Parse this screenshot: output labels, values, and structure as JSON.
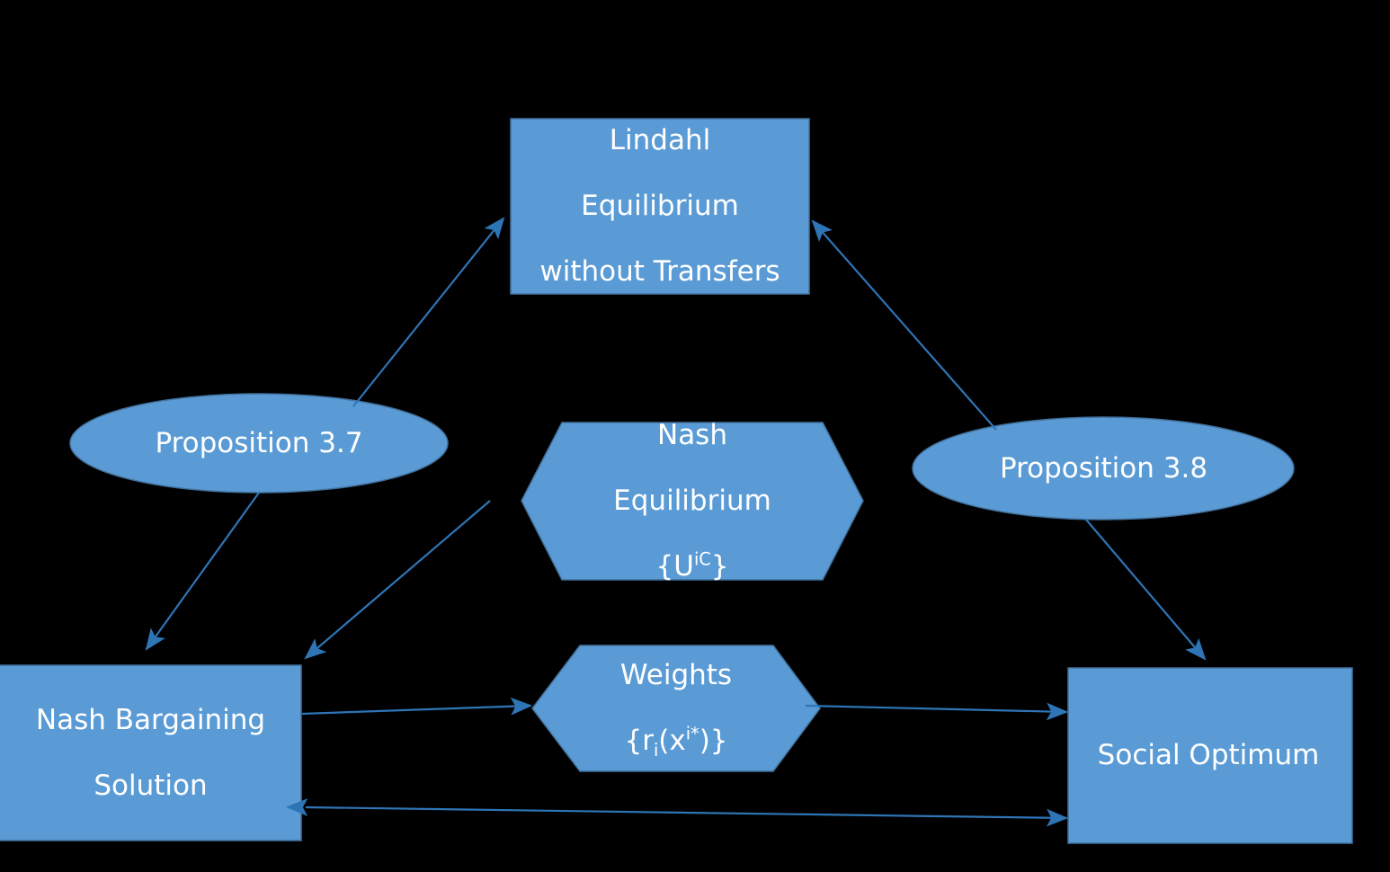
{
  "diagram": {
    "background_color": "#000000",
    "shape_fill": "#5B9BD5",
    "shape_stroke": "#41719C",
    "text_color": "#FFFFFF",
    "arrow_color": "#2E75B6",
    "nodes": {
      "lindahl": {
        "shape": "rectangle",
        "line1": "Lindahl",
        "line2": "Equilibrium",
        "line3": "without Transfers"
      },
      "proposition_37": {
        "shape": "ellipse",
        "label": "Proposition 3.7"
      },
      "proposition_38": {
        "shape": "ellipse",
        "label": "Proposition 3.8"
      },
      "nash_equilibrium": {
        "shape": "hexagon",
        "line1": "Nash",
        "line2": "Equilibrium",
        "line3_base": "{U",
        "line3_sup": "iC",
        "line3_tail": "}"
      },
      "weights": {
        "shape": "hexagon",
        "line1": "Weights",
        "line2_open": "{r",
        "line2_sub": "i",
        "line2_mid": "(x",
        "line2_sup": "i*",
        "line2_close": ")}"
      },
      "nash_bargaining_solution": {
        "shape": "rectangle",
        "line1": "Nash Bargaining",
        "line2": "Solution"
      },
      "social_optimum": {
        "shape": "rectangle",
        "label": "Social Optimum"
      }
    },
    "edges": [
      {
        "name": "prop37-to-lindahl",
        "from": "proposition_37",
        "to": "lindahl",
        "direction": "one-way"
      },
      {
        "name": "prop38-to-lindahl",
        "from": "proposition_38",
        "to": "lindahl",
        "direction": "one-way"
      },
      {
        "name": "prop37-to-nbs",
        "from": "proposition_37",
        "to": "nash_bargaining_solution",
        "direction": "one-way"
      },
      {
        "name": "nasheq-to-nbs",
        "from": "nash_equilibrium",
        "to": "nash_bargaining_solution",
        "direction": "one-way"
      },
      {
        "name": "prop38-to-socopt",
        "from": "proposition_38",
        "to": "social_optimum",
        "direction": "one-way"
      },
      {
        "name": "nbs-to-weights",
        "from": "nash_bargaining_solution",
        "to": "weights",
        "direction": "one-way"
      },
      {
        "name": "weights-to-socopt",
        "from": "weights",
        "to": "social_optimum",
        "direction": "one-way"
      },
      {
        "name": "nbs-socopt-bidirection",
        "from": "nash_bargaining_solution",
        "to": "social_optimum",
        "direction": "two-way"
      }
    ]
  }
}
